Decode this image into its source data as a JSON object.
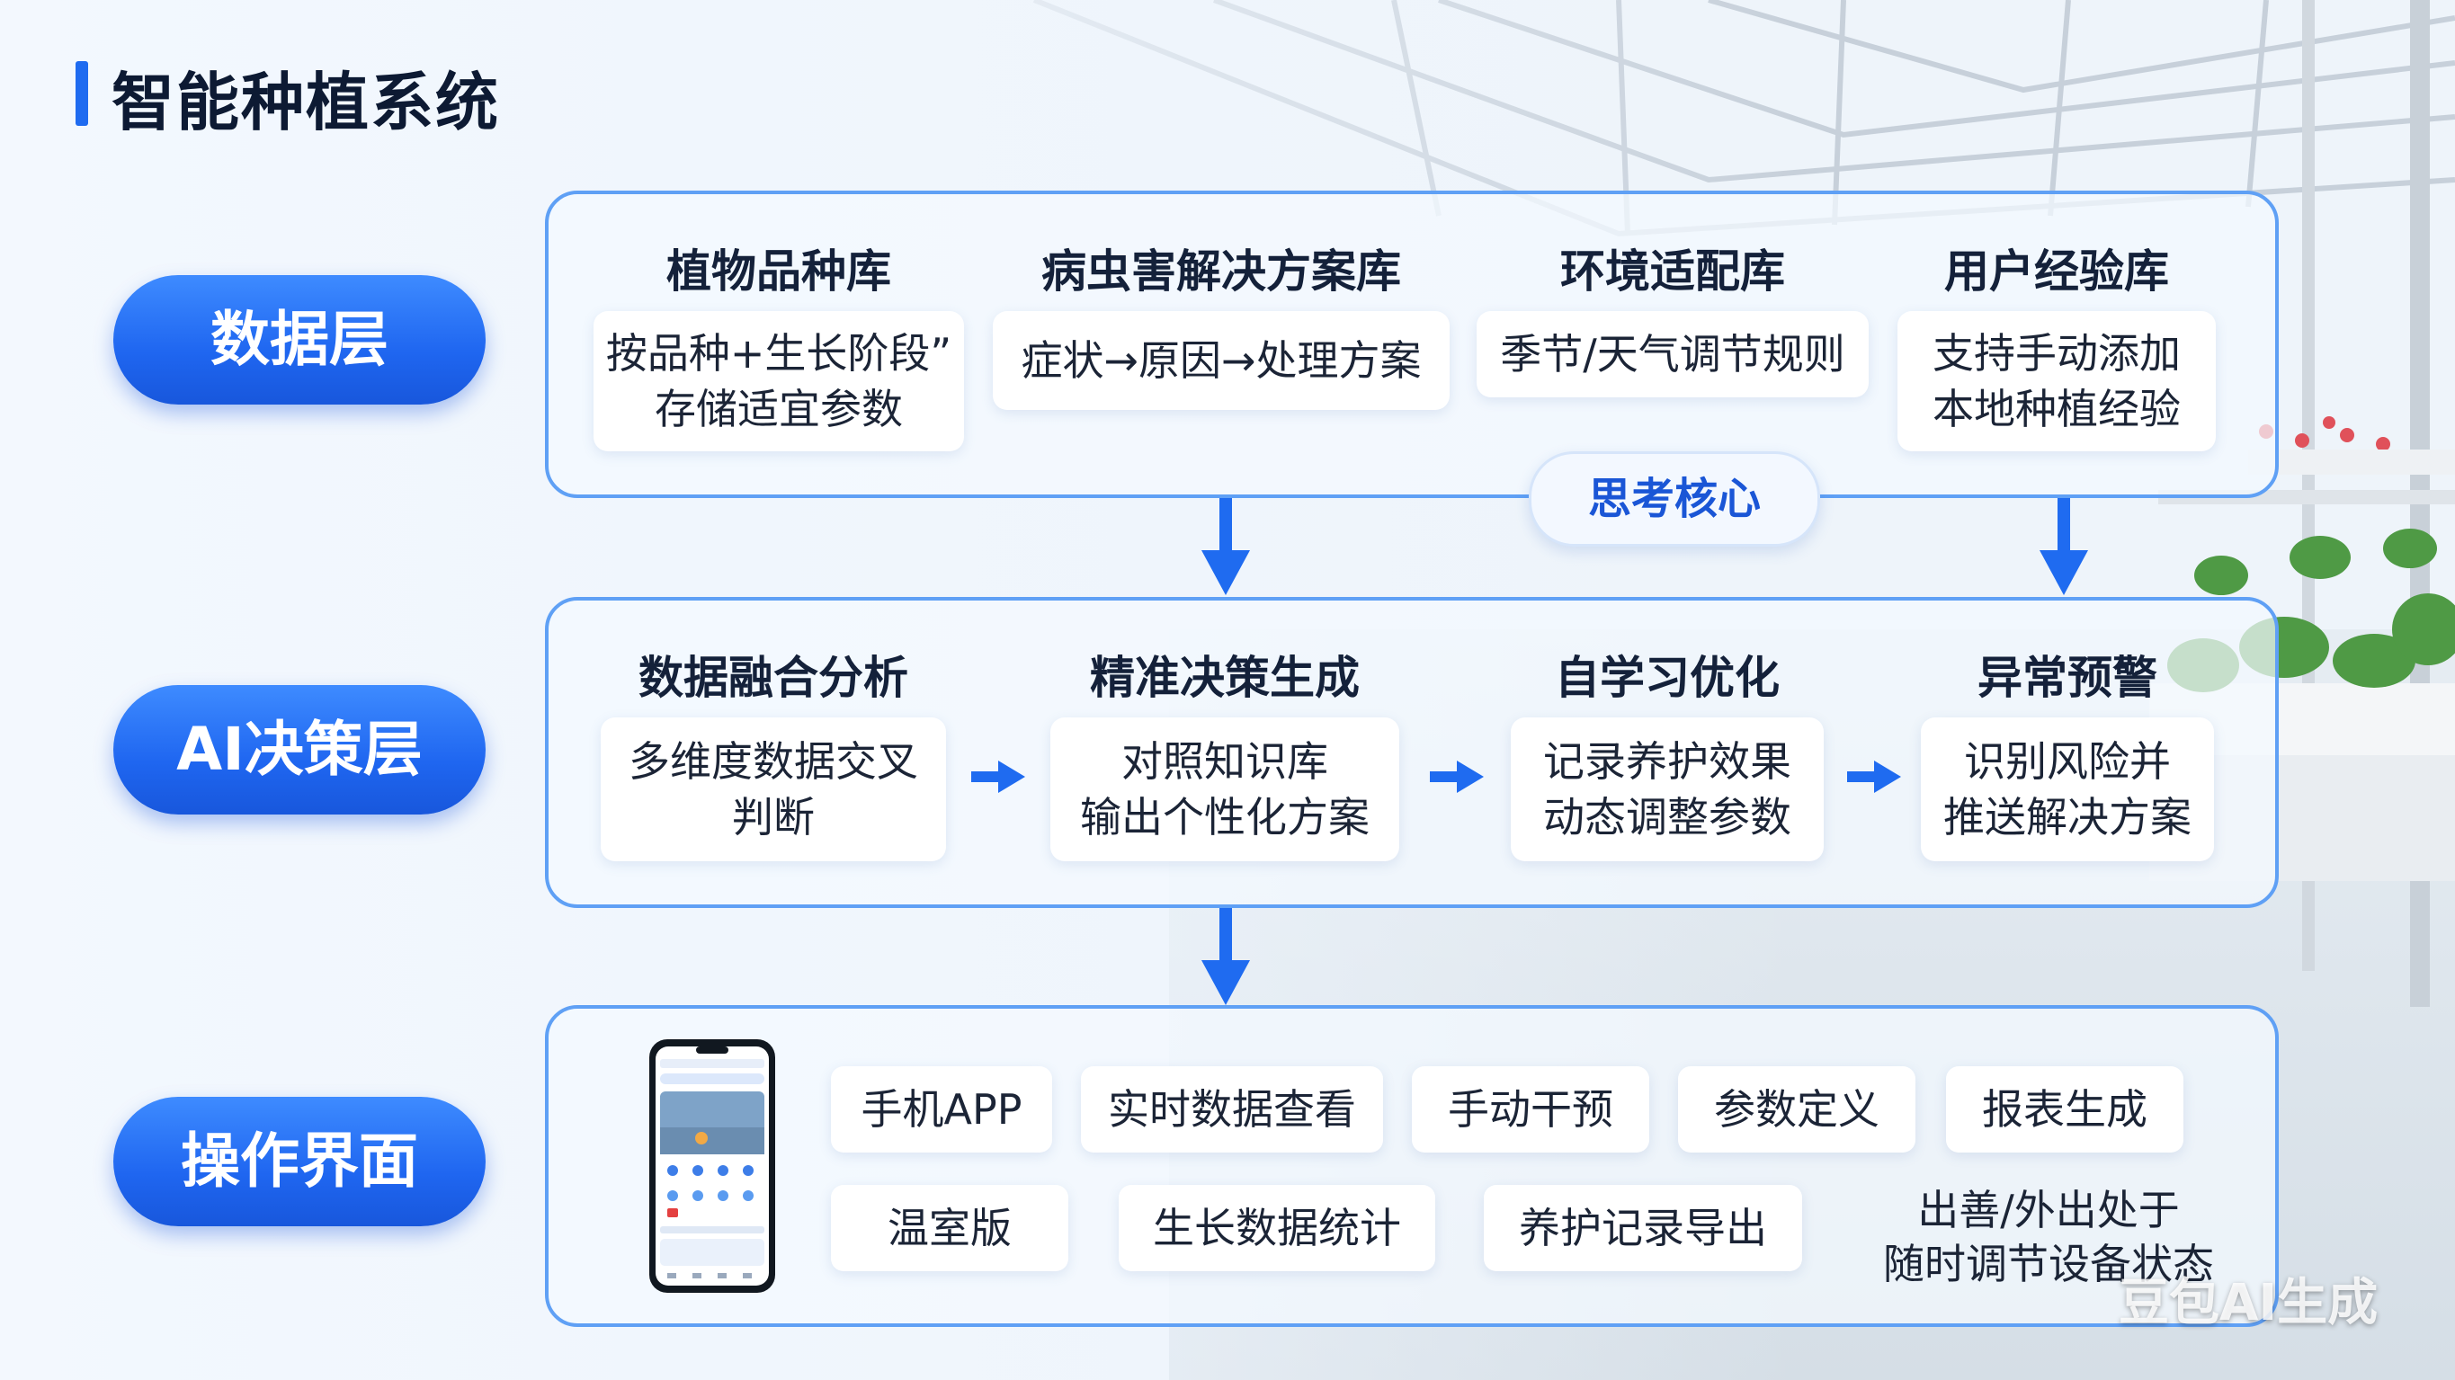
{
  "title": "智能种植系统",
  "colors": {
    "accent": "#1f66f0",
    "panel_border": "#5fa0f5",
    "arrow": "#1f6bf0",
    "text": "#14213a"
  },
  "layers": {
    "data": "数据层",
    "ai": "AI决策层",
    "ui": "操作界面"
  },
  "data_layer": {
    "columns": [
      {
        "head": "植物品种库",
        "lines": [
          "按品种+生长阶段”",
          "存储适宜参数"
        ]
      },
      {
        "head": "病虫害解决方案库",
        "lines": [
          "症状→原因→处理方案"
        ]
      },
      {
        "head": "环境适配库",
        "lines": [
          "季节/天气调节规则"
        ]
      },
      {
        "head": "用户经验库",
        "lines": [
          "支持手动添加",
          "本地种植经验"
        ]
      }
    ],
    "core": "思考核心"
  },
  "ai_layer": {
    "columns": [
      {
        "head": "数据融合分析",
        "lines": [
          "多维度数据交叉",
          "判断"
        ]
      },
      {
        "head": "精准决策生成",
        "lines": [
          "对照知识库",
          "输出个性化方案"
        ]
      },
      {
        "head": "自学习优化",
        "lines": [
          "记录养护效果",
          "动态调整参数"
        ]
      },
      {
        "head": "异常预警",
        "lines": [
          "识别风险并",
          "推送解决方案"
        ]
      }
    ]
  },
  "ui_layer": {
    "row1": [
      "手机APP",
      "实时数据查看",
      "手动干预",
      "参数定义",
      "报表生成"
    ],
    "row2": [
      "温室版",
      "生长数据统计",
      "养护记录导出"
    ],
    "note_lines": [
      "出善/外出处于",
      "随时调节设备状态"
    ]
  },
  "watermark": "豆包AI生成",
  "icons": [
    "arrow-down-icon",
    "arrow-right-icon",
    "phone-mockup-icon"
  ]
}
